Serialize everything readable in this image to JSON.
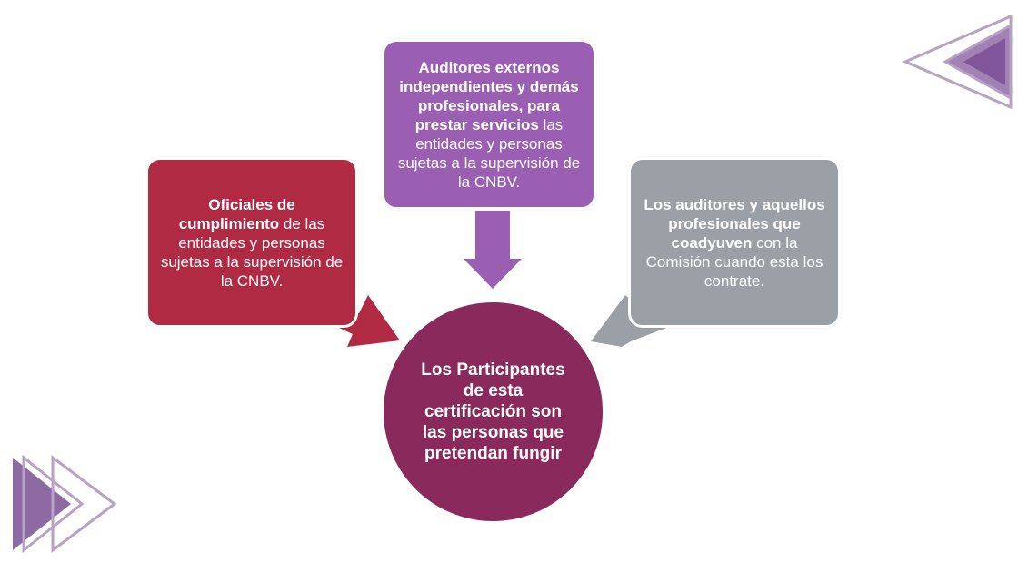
{
  "diagram": {
    "box_left": {
      "bold": "Oficiales de cumplimiento",
      "rest": " de las entidades y personas sujetas a la supervisión de la CNBV."
    },
    "box_top": {
      "bold": "Auditores externos independientes y demás profesionales, para prestar servicios",
      "rest": " las entidades y personas sujetas a la supervisión de la CNBV."
    },
    "box_right": {
      "bold": "Los auditores y aquellos profesionales que coadyuven",
      "rest": " con la Comisión cuando esta los contrate."
    },
    "center": {
      "text": "Los Participantes de esta certificación son las personas que pretendan fungir"
    }
  },
  "colors": {
    "box_left": "#b02a44",
    "box_top": "#9a5fb2",
    "box_right": "#9aa0a6",
    "center": "#8a2a5c",
    "decoration": "#8e6aa2"
  }
}
